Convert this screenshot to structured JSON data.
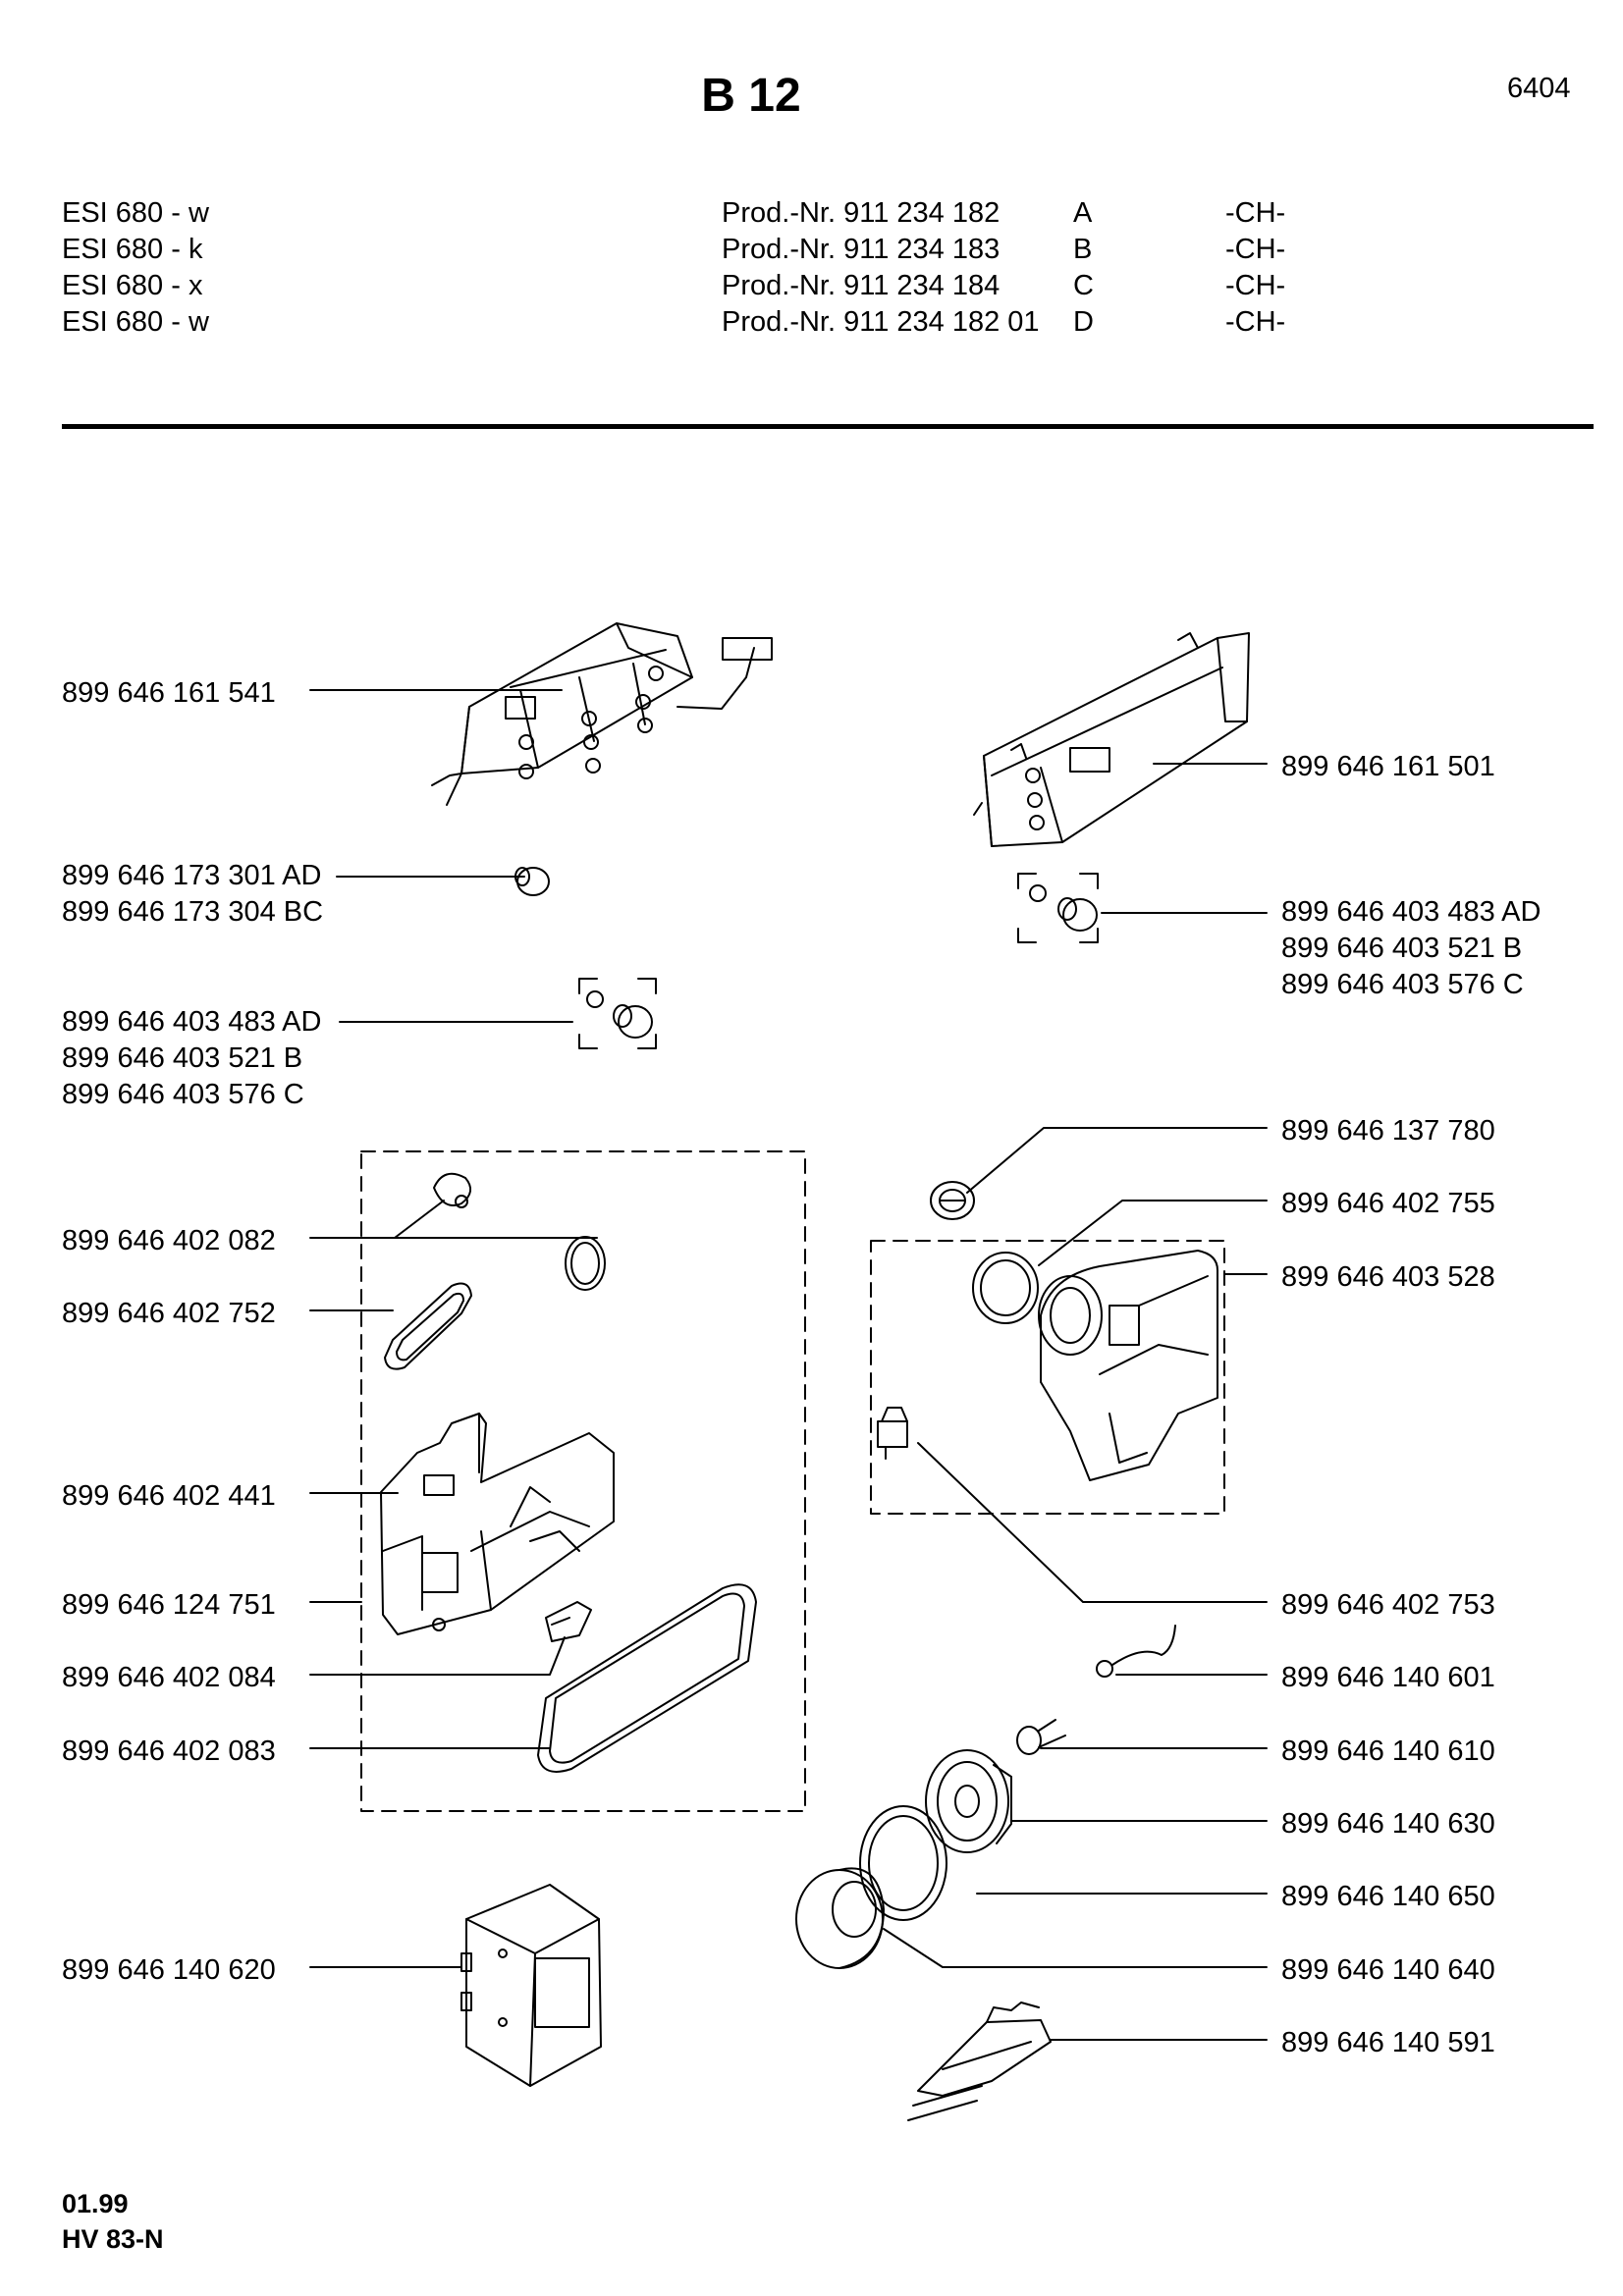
{
  "header": {
    "title": "B 12",
    "page_number": "6404"
  },
  "models": [
    {
      "model": "ESI 680 - w",
      "prod_nr": "Prod.-Nr. 911 234 182",
      "variant": "A",
      "country": "-CH-"
    },
    {
      "model": "ESI 680 - k",
      "prod_nr": "Prod.-Nr. 911 234 183",
      "variant": "B",
      "country": "-CH-"
    },
    {
      "model": "ESI 680 - x",
      "prod_nr": "Prod.-Nr. 911 234 184",
      "variant": "C",
      "country": "-CH-"
    },
    {
      "model": "ESI 680 - w",
      "prod_nr": "Prod.-Nr. 911 234 182 01",
      "variant": "D",
      "country": "-CH-"
    }
  ],
  "parts_left": [
    "899 646 161 541",
    "899 646 173 301 AD",
    "899 646 173 304 BC",
    "899 646 403 483 AD",
    "899 646 403 521 B",
    "899 646 403 576 C",
    "899 646 402 082",
    "899 646 402 752",
    "899 646 402 441",
    "899 646 124 751",
    "899 646 402 084",
    "899 646 402 083",
    "899 646 140 620"
  ],
  "parts_right": [
    "899 646 161 501",
    "899 646 403 483 AD",
    "899 646 403 521 B",
    "899 646 403 576 C",
    "899 646 137 780",
    "899 646 402 755",
    "899 646 403 528",
    "899 646 402 753",
    "899 646 140 601",
    "899 646 140 610",
    "899 646 140 630",
    "899 646 140 650",
    "899 646 140 640",
    "899 646 140 591"
  ],
  "footer": {
    "date": "01.99",
    "code": "HV 83-N"
  }
}
